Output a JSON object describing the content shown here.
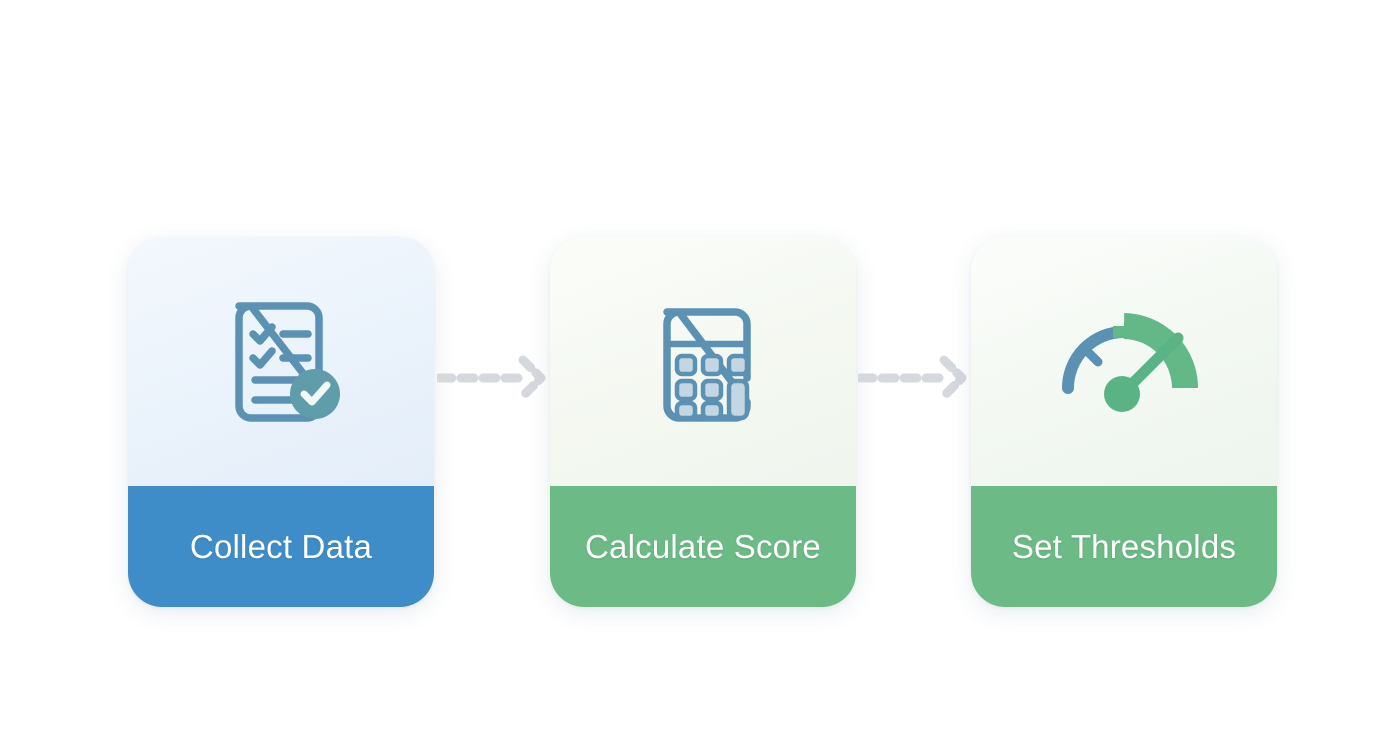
{
  "diagram": {
    "title": "Three step process flow",
    "background_color": "#ffffff",
    "steps": [
      {
        "id": "collect-data",
        "label": "Collect Data",
        "icon": "checklist-document-icon",
        "band_color": "#3f8dc8",
        "panel_color": "#eaf2fb",
        "icon_color": "#5b92b3",
        "badge_color": "#5f9daa",
        "order": 1
      },
      {
        "id": "calculate-score",
        "label": "Calculate Score",
        "icon": "calculator-icon",
        "band_color": "#6cba86",
        "panel_color": "#f4f8f1",
        "icon_color": "#5b92b3",
        "key_fill": "#c3d6e2",
        "order": 2
      },
      {
        "id": "set-thresholds",
        "label": "Set Thresholds",
        "icon": "gauge-meter-icon",
        "band_color": "#6cba86",
        "panel_color": "#f3f8f2",
        "arc_low_color": "#5b92b3",
        "arc_high_color": "#63b887",
        "needle_color": "#5ab384",
        "order": 3
      }
    ],
    "connectors": [
      {
        "id": "connector-1",
        "from": "collect-data",
        "to": "calculate-score",
        "style": "dashed-arrow",
        "color": "#d5d8dd"
      },
      {
        "id": "connector-2",
        "from": "calculate-score",
        "to": "set-thresholds",
        "style": "dashed-arrow",
        "color": "#d5d8dd"
      }
    ]
  }
}
